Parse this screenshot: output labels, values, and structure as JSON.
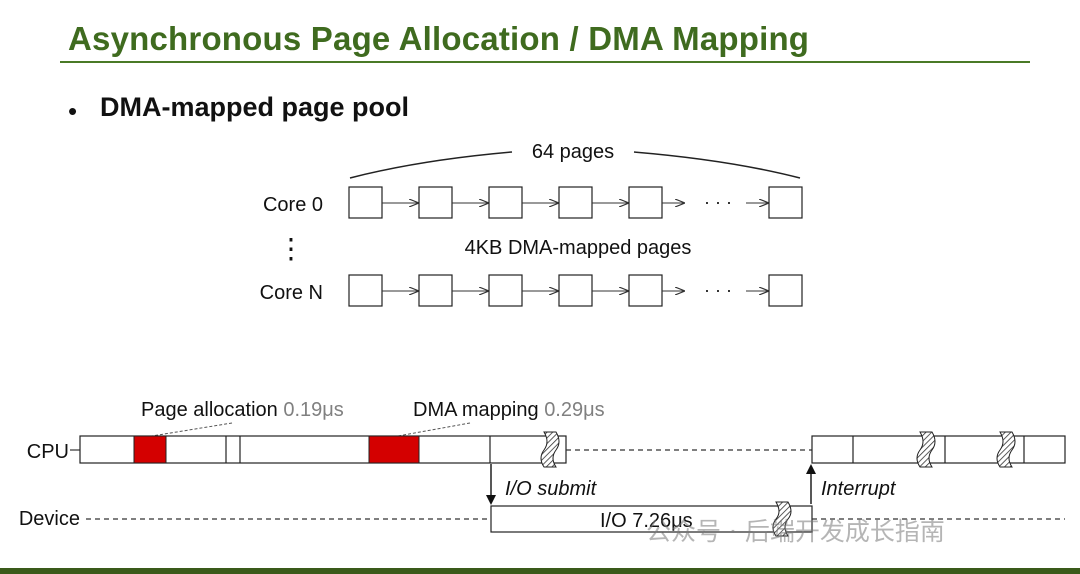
{
  "slide": {
    "title": "Asynchronous Page Allocation / DMA Mapping",
    "bullet": "DMA-mapped page pool"
  },
  "pool_diagram": {
    "span_label": "64 pages",
    "core_labels": [
      "Core 0",
      "Core N"
    ],
    "vertical_ellipsis": "⋮",
    "horizontal_ellipsis": "· · ·",
    "pages_caption": "4KB DMA-mapped pages"
  },
  "timeline": {
    "cpu_label": "CPU",
    "device_label": "Device",
    "page_allocation_label": "Page allocation",
    "page_allocation_time": "0.19μs",
    "dma_mapping_label": "DMA mapping",
    "dma_mapping_time": "0.29μs",
    "io_submit_label": "I/O submit",
    "interrupt_label": "Interrupt",
    "io_label": "I/O 7.26μs",
    "highlight_color": "#d40000",
    "time_color": "#808080"
  },
  "watermark": {
    "text": "公众号 · 后端开发成长指南"
  }
}
